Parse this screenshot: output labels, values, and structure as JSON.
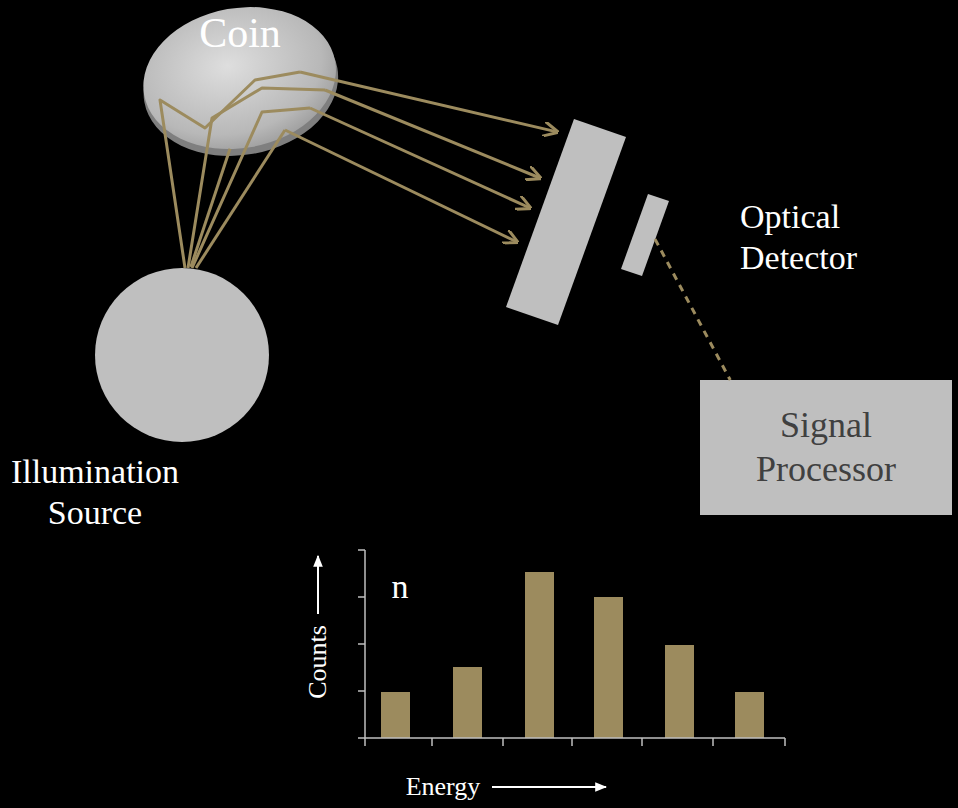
{
  "diagram": {
    "nodes": [
      {
        "text": [
          "Coin"
        ]
      },
      {
        "text": [
          "Illumination Source"
        ]
      },
      {
        "text": [
          "Optical Detector"
        ]
      },
      {
        "text": [
          "Signal Processor"
        ]
      }
    ],
    "edges": [
      {
        "from": 1,
        "to": 0,
        "arrow": "none"
      },
      {
        "from": 0,
        "to": 2,
        "arrow": "to"
      },
      {
        "from": 2,
        "to": 3,
        "arrow": "none"
      }
    ],
    "labels": [
      "Counts",
      "Energy",
      "n"
    ]
  }
}
